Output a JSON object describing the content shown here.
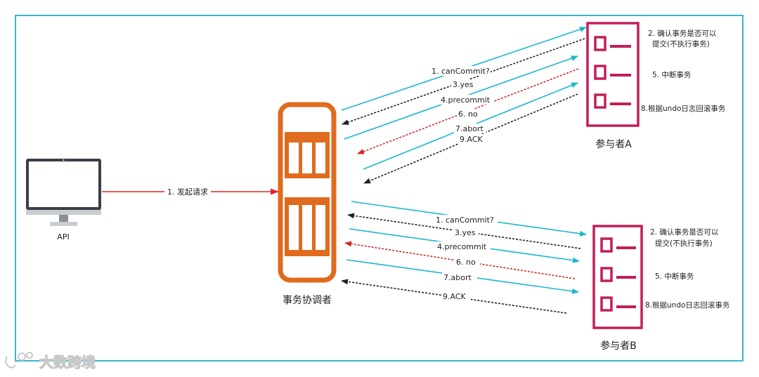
{
  "api": {
    "label": "API"
  },
  "request": {
    "label": "1. 发起请求"
  },
  "coordinator": {
    "label": "事务协调者"
  },
  "participant_a": {
    "label": "参与者A",
    "notes": [
      "2. 确认事务是否可以",
      "提交(不执行事务)",
      "5. 中断事务",
      "8.根据undo日志回滚事务"
    ]
  },
  "participant_b": {
    "label": "参与者B",
    "notes": [
      "2. 确认事务是否可以",
      "提交(不执行事务)",
      "5. 中断事务",
      "8.根据undo日志回滚事务"
    ]
  },
  "messages_a": [
    "1. canCommit?",
    "3.yes",
    "4.precommit",
    "6. no",
    "7.abort",
    "9.ACK"
  ],
  "messages_b": [
    "1. canCommit?",
    "3.yes",
    "4.precommit",
    "6. no",
    "7.abort",
    "9.ACK"
  ],
  "watermark": {
    "text": "大数跨境"
  },
  "colors": {
    "border": "#3bb6d1",
    "request_arrow": "#e32626",
    "cyan_arrow": "#1bb7cc",
    "black_dotted": "#333333",
    "red_dotted": "#cc2b2b",
    "coordinator": "#e06b1e",
    "participant": "#c21e5a",
    "monitor": "#3a3f47"
  }
}
